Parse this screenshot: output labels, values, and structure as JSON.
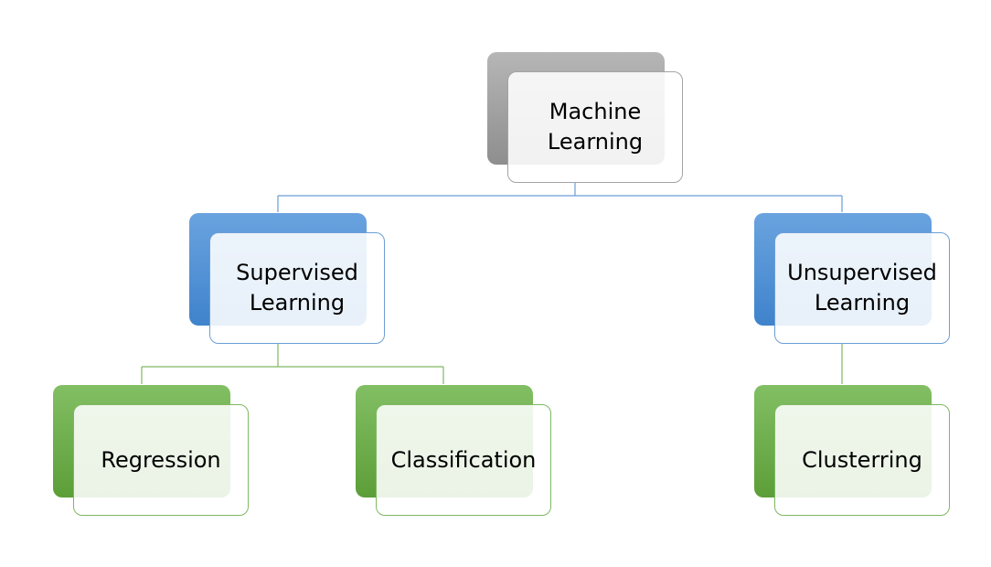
{
  "diagram": {
    "root": {
      "label": "Machine\nLearning",
      "color": "#9e9e9e"
    },
    "branches": [
      {
        "label": "Supervised\nLearning",
        "color": "#5b9bd5",
        "children": [
          {
            "label": "Regression",
            "color": "#70ad47"
          },
          {
            "label": "Classification",
            "color": "#70ad47"
          }
        ]
      },
      {
        "label": "Unsupervised\nLearning",
        "color": "#5b9bd5",
        "children": [
          {
            "label": "Clusterring",
            "color": "#70ad47"
          }
        ]
      }
    ]
  }
}
